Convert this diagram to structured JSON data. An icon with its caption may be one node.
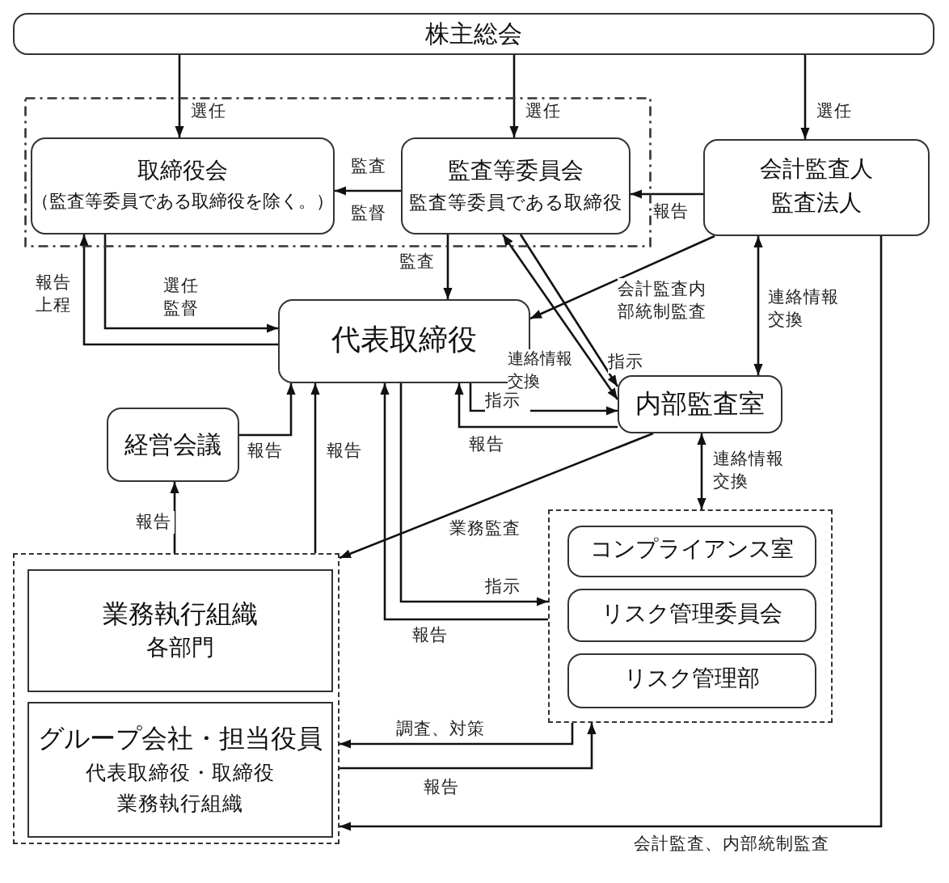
{
  "diagram": {
    "nodes": [
      {
        "text": [
          "株主総会"
        ]
      },
      {
        "text": [],
        "shape": "box"
      },
      {
        "text": [
          "取締役会",
          "（監査等委員である取締役を除く。）"
        ],
        "in": 1
      },
      {
        "text": [
          "監査等委員会",
          "監査等委員である取締役"
        ],
        "in": 1
      },
      {
        "text": [
          "会計監査人",
          "監査法人"
        ]
      },
      {
        "text": [
          "代表取締役"
        ]
      },
      {
        "text": [
          "内部監査室"
        ]
      },
      {
        "text": [
          "経営会議"
        ]
      },
      {
        "text": [],
        "shape": "box"
      },
      {
        "text": [
          "業務執行組織",
          "各部門"
        ],
        "in": 8
      },
      {
        "text": [
          "グループ会社・担当役員",
          "代表取締役・取締役",
          "業務執行組織"
        ],
        "in": 8
      },
      {
        "text": [],
        "shape": "box"
      },
      {
        "text": [
          "コンプライアンス室"
        ],
        "in": 11
      },
      {
        "text": [
          "リスク管理委員会"
        ],
        "in": 11
      },
      {
        "text": [
          "リスク管理部"
        ],
        "in": 11
      }
    ],
    "edges": [
      {
        "from": 0,
        "to": 2,
        "arrow": "to",
        "label": "選任"
      },
      {
        "from": 0,
        "to": 3,
        "arrow": "to",
        "label": "選任"
      },
      {
        "from": 0,
        "to": 4,
        "arrow": "to",
        "label": "選任"
      },
      {
        "from": 3,
        "to": 2,
        "arrow": "to",
        "label": "監査"
      },
      {
        "from": 4,
        "to": 3,
        "arrow": "to",
        "label": "報告"
      },
      {
        "from": 2,
        "to": 5,
        "arrow": "to",
        "label": "選任監督"
      },
      {
        "from": 5,
        "to": 2,
        "arrow": "to",
        "label": "報告上程"
      },
      {
        "from": 3,
        "to": 5,
        "arrow": "to",
        "label": "監査"
      },
      {
        "from": 4,
        "to": 5,
        "arrow": "to",
        "label": "会計監査内部統制監査"
      },
      {
        "from": 3,
        "to": 6,
        "arrow": "to",
        "label": "指示"
      },
      {
        "from": 3,
        "to": 6,
        "arrow": "both",
        "label": "連絡情報交換"
      },
      {
        "from": 5,
        "to": 6,
        "arrow": "to",
        "label": "指示"
      },
      {
        "from": 6,
        "to": 5,
        "arrow": "to",
        "label": "報告"
      },
      {
        "from": 4,
        "to": 6,
        "arrow": "both",
        "label": "連絡情報交換"
      },
      {
        "from": 6,
        "to": 11,
        "arrow": "both",
        "label": "連絡情報交換"
      },
      {
        "from": 6,
        "to": 8,
        "arrow": "to",
        "label": "業務監査"
      },
      {
        "from": 7,
        "to": 5,
        "arrow": "to",
        "label": "報告"
      },
      {
        "from": 8,
        "to": 7,
        "arrow": "to",
        "label": "報告"
      },
      {
        "from": 8,
        "to": 5,
        "arrow": "to",
        "label": "報告"
      },
      {
        "from": 5,
        "to": 11,
        "arrow": "to",
        "label": "指示"
      },
      {
        "from": 11,
        "to": 5,
        "arrow": "to",
        "label": "報告"
      },
      {
        "from": 11,
        "to": 8,
        "arrow": "to",
        "label": "調査、対策"
      },
      {
        "from": 8,
        "to": 11,
        "arrow": "to",
        "label": "報告"
      },
      {
        "from": 4,
        "to": 8,
        "arrow": "to",
        "label": "会計監査、内部統制監査"
      }
    ],
    "labels": [
      "監督"
    ]
  }
}
